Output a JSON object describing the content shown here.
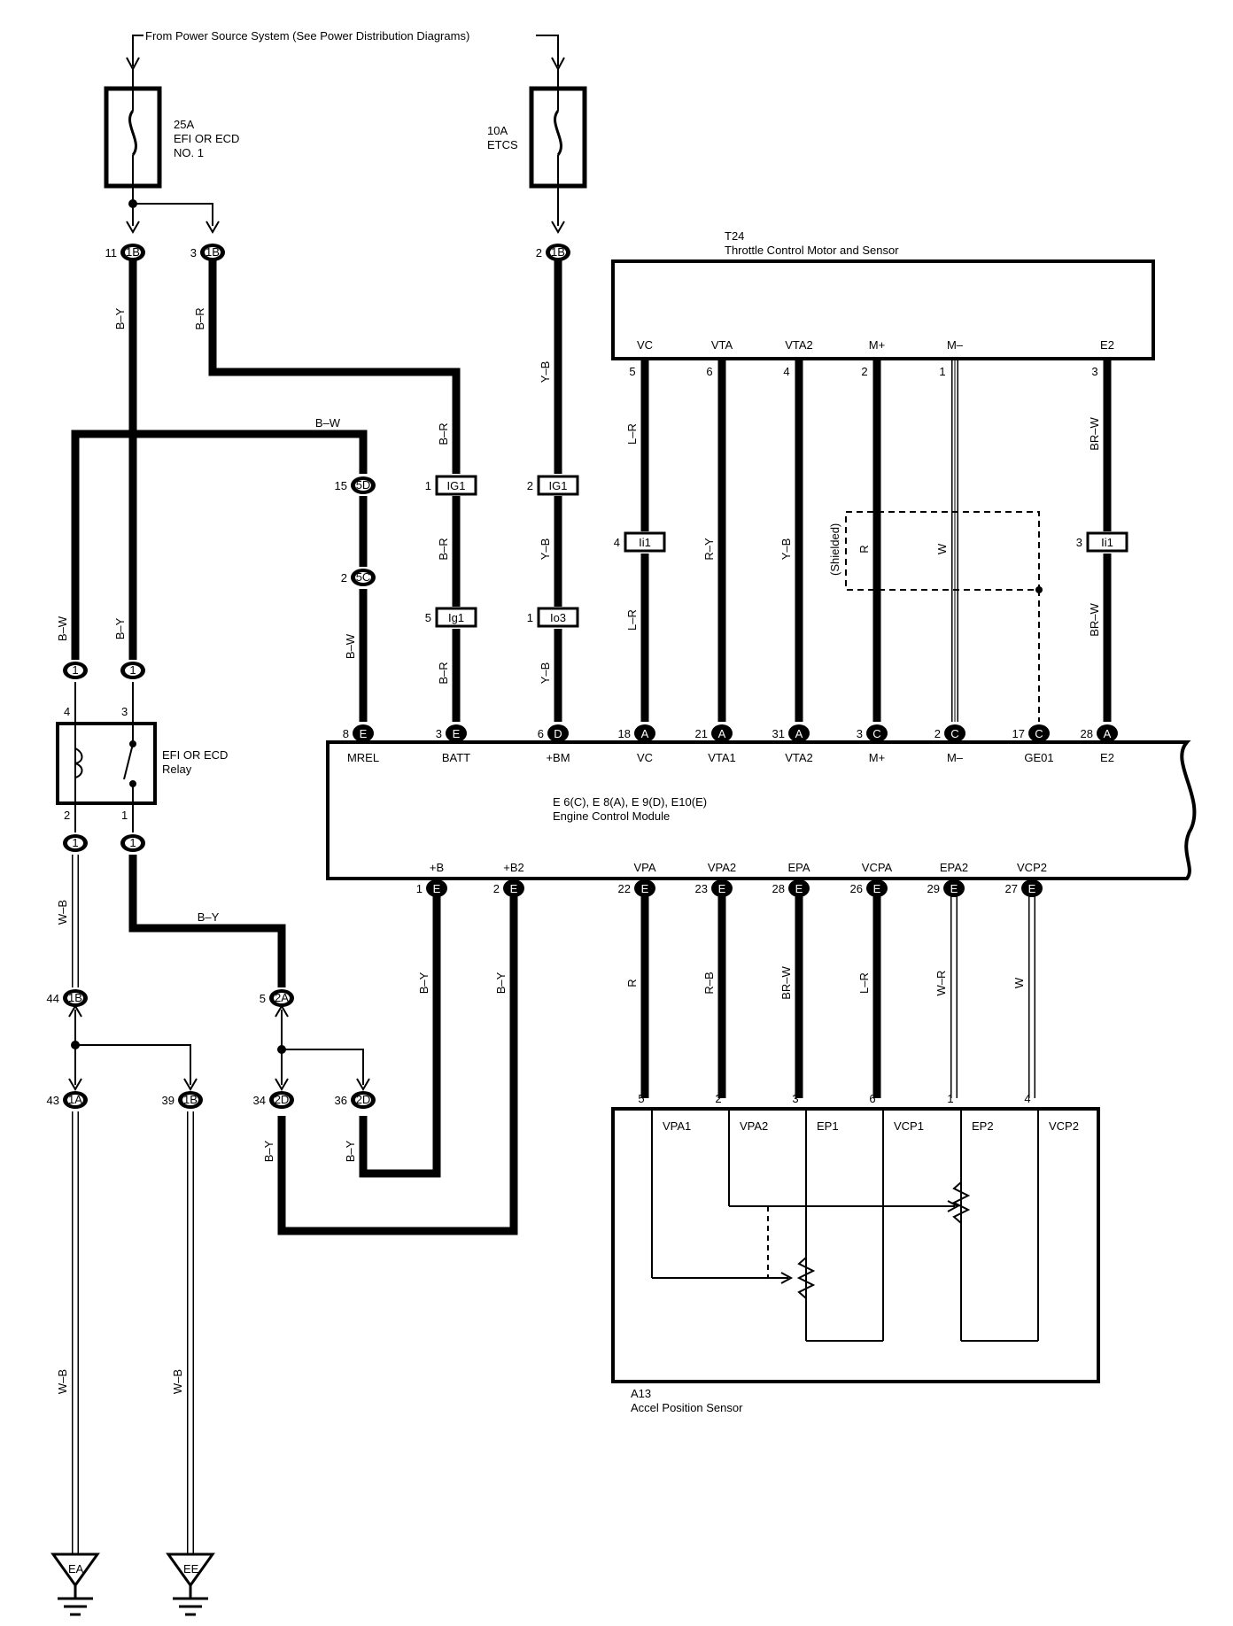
{
  "header": {
    "source_note": "From Power Source System (See Power Distribution Diagrams)"
  },
  "fuses": {
    "efi": {
      "rating": "25A",
      "name1": "EFI OR ECD",
      "name2": "NO. 1"
    },
    "etcs": {
      "rating": "10A",
      "name1": "ETCS"
    }
  },
  "relay": {
    "name1": "EFI OR ECD",
    "name2": "Relay",
    "pins": {
      "p4": "4",
      "p3": "3",
      "p2": "2",
      "p1": "1"
    }
  },
  "throttle": {
    "code": "T24",
    "name": "Throttle Control Motor and Sensor",
    "terminals": [
      {
        "name": "VC",
        "pin": "5"
      },
      {
        "name": "VTA",
        "pin": "6"
      },
      {
        "name": "VTA2",
        "pin": "4"
      },
      {
        "name": "M+",
        "pin": "2"
      },
      {
        "name": "M–",
        "pin": "1"
      },
      {
        "name": "E2",
        "pin": "3"
      }
    ],
    "shielded": "(Shielded)"
  },
  "ecm": {
    "codes": "E 6(C), E 8(A), E 9(D), E10(E)",
    "name": "Engine Control Module",
    "top_terminals": [
      {
        "name": "MREL",
        "pin": "8",
        "conn": "E"
      },
      {
        "name": "BATT",
        "pin": "3",
        "conn": "E"
      },
      {
        "name": "+BM",
        "pin": "6",
        "conn": "D"
      },
      {
        "name": "VC",
        "pin": "18",
        "conn": "A"
      },
      {
        "name": "VTA1",
        "pin": "21",
        "conn": "A"
      },
      {
        "name": "VTA2",
        "pin": "31",
        "conn": "A"
      },
      {
        "name": "M+",
        "pin": "3",
        "conn": "C"
      },
      {
        "name": "M–",
        "pin": "2",
        "conn": "C"
      },
      {
        "name": "GE01",
        "pin": "17",
        "conn": "C"
      },
      {
        "name": "E2",
        "pin": "28",
        "conn": "A"
      }
    ],
    "bottom_terminals": [
      {
        "name": "+B",
        "pin": "1",
        "conn": "E"
      },
      {
        "name": "+B2",
        "pin": "2",
        "conn": "E"
      },
      {
        "name": "VPA",
        "pin": "22",
        "conn": "E"
      },
      {
        "name": "VPA2",
        "pin": "23",
        "conn": "E"
      },
      {
        "name": "EPA",
        "pin": "28",
        "conn": "E"
      },
      {
        "name": "VCPA",
        "pin": "26",
        "conn": "E"
      },
      {
        "name": "EPA2",
        "pin": "29",
        "conn": "E"
      },
      {
        "name": "VCP2",
        "pin": "27",
        "conn": "E"
      }
    ]
  },
  "accel": {
    "code": "A13",
    "name": "Accel Position Sensor",
    "terminals": [
      {
        "name": "VPA1",
        "pin": "5"
      },
      {
        "name": "VPA2",
        "pin": "2"
      },
      {
        "name": "EP1",
        "pin": "3"
      },
      {
        "name": "VCP1",
        "pin": "6"
      },
      {
        "name": "EP2",
        "pin": "1"
      },
      {
        "name": "VCP2",
        "pin": "4"
      }
    ]
  },
  "connectors": {
    "c1B_11": {
      "pin": "11",
      "id": "1B"
    },
    "c1B_3": {
      "pin": "3",
      "id": "1B"
    },
    "c1B_2": {
      "pin": "2",
      "id": "1B"
    },
    "c5D": {
      "pin": "15",
      "id": "5D"
    },
    "c5C": {
      "pin": "2",
      "id": "5C"
    },
    "cIG1a": {
      "pin": "1",
      "id": "IG1"
    },
    "cIG1b": {
      "pin": "2",
      "id": "IG1"
    },
    "cIg1": {
      "pin": "5",
      "id": "Ig1"
    },
    "cIo3": {
      "pin": "1",
      "id": "Io3"
    },
    "cIi1a": {
      "pin": "4",
      "id": "Ii1"
    },
    "cIi1b": {
      "pin": "3",
      "id": "Ii1"
    },
    "relayTopL": {
      "id": "1"
    },
    "relayTopR": {
      "id": "1"
    },
    "relayBotL": {
      "id": "1"
    },
    "relayBotR": {
      "id": "1"
    },
    "c1B_44": {
      "pin": "44",
      "id": "1B"
    },
    "c2A": {
      "pin": "5",
      "id": "2A"
    },
    "c1A": {
      "pin": "43",
      "id": "1A"
    },
    "c1B_39": {
      "pin": "39",
      "id": "1B"
    },
    "c2D_34": {
      "pin": "34",
      "id": "2D"
    },
    "c2D_36": {
      "pin": "36",
      "id": "2D"
    }
  },
  "wires": {
    "by1": "B–Y",
    "br1": "B–R",
    "yb1": "Y–B",
    "bw_top": "B–W",
    "br2": "B–R",
    "yb2": "Y–B",
    "br3": "B–R",
    "yb3": "Y–B",
    "bw2": "B–W",
    "bw_left": "B–W",
    "by_left": "B–Y",
    "lr1": "L–R",
    "lr2": "L–R",
    "ry": "R–Y",
    "yb_t": "Y–B",
    "r_m": "R",
    "w_m": "W",
    "brw1": "BR–W",
    "brw2": "BR–W",
    "wb1": "W–B",
    "by_mid": "B–Y",
    "by_b1": "B–Y",
    "by_b2": "B–Y",
    "by_34": "B–Y",
    "by_36": "B–Y",
    "wb2": "W–B",
    "wb3": "W–B",
    "vpa": "R",
    "vpa2": "R–B",
    "epa": "BR–W",
    "vcpa": "L–R",
    "epa2": "W–R",
    "vcp2": "W"
  },
  "grounds": {
    "ea": "EA",
    "ee": "EE"
  }
}
